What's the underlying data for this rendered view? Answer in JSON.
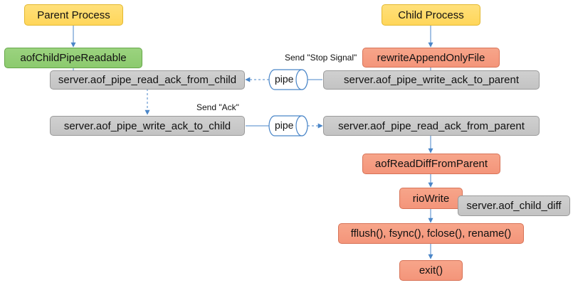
{
  "headers": {
    "parent": "Parent Process",
    "child": "Child Process"
  },
  "parent": {
    "readable": "aofChildPipeReadable",
    "read_ack": "server.aof_pipe_read_ack_from_child",
    "write_ack": "server.aof_pipe_write_ack_to_child"
  },
  "child": {
    "rewrite": "rewriteAppendOnlyFile",
    "write_ack": "server.aof_pipe_write_ack_to_parent",
    "read_ack": "server.aof_pipe_read_ack_from_parent",
    "read_diff": "aofReadDiffFromParent",
    "rio_write": "rioWrite",
    "child_diff": "server.aof_child_diff",
    "flush": "fflush(), fsync(), fclose(), rename()",
    "exit": "exit()"
  },
  "signals": {
    "stop": "Send \"Stop Signal\"",
    "ack": "Send \"Ack\""
  },
  "pipes": {
    "top": "pipe",
    "bottom": "pipe"
  },
  "colors": {
    "arrow": "#4a86c8"
  }
}
